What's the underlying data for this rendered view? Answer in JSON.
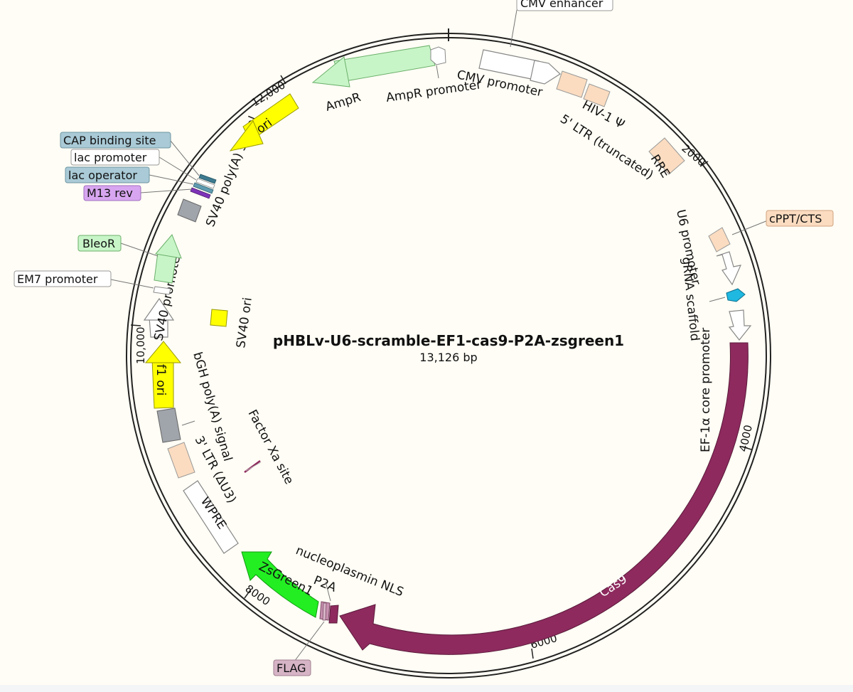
{
  "plasmid": {
    "name": "pHBLv-U6-scramble-EF1-cas9-P2A-zsgreen1",
    "length_label": "13,126 bp"
  },
  "ticks": [
    "2000",
    "4000",
    "6000",
    "8000",
    "10,000",
    "12,000"
  ],
  "features": {
    "cmv_enhancer": "CMV enhancer",
    "cmv_promoter": "CMV promoter",
    "hiv_psi": "HIV-1 Ψ",
    "ltr5": "5' LTR (truncated)",
    "rre": "RRE",
    "cppt": "cPPT/CTS",
    "u6": "U6 promoter",
    "grna": "gRNA scaffold",
    "ef1a": "EF-1α core promoter",
    "cas9": "Cas9",
    "nls": "nucleoplasmin NLS",
    "p2a": "P2A",
    "flag": "FLAG",
    "zsgreen": "ZsGreen1",
    "wpre": "WPRE",
    "ltr3": "3' LTR (ΔU3)",
    "bgh": "bGH poly(A) signal",
    "factor_xa": "Factor Xa site",
    "f1ori": "f1 ori",
    "sv40_ori": "SV40 ori",
    "sv40_promoter": "SV40 promoter",
    "em7": "EM7 promoter",
    "bleor": "BleoR",
    "sv40_polya": "SV40 poly(A) signal",
    "m13rev": "M13 rev",
    "lac_operator": "lac operator",
    "lac_promoter": "lac promoter",
    "cap": "CAP binding site",
    "ori": "ori",
    "ampr": "AmpR",
    "ampr_promoter": "AmpR promoter"
  },
  "colors": {
    "background": "#fffdf5",
    "cas9": "#8e2a5e",
    "zsgreen": "#22ee22",
    "yellow": "#ffff00",
    "light_green": "#c8f5c8",
    "peach": "#fbdcc0",
    "gray": "#a0a4ab",
    "cyan": "#1fb8e0",
    "lac_blue": "#a9cad6",
    "m13_purple": "#d8a6f0",
    "flag_pink": "#d6b4c6"
  }
}
